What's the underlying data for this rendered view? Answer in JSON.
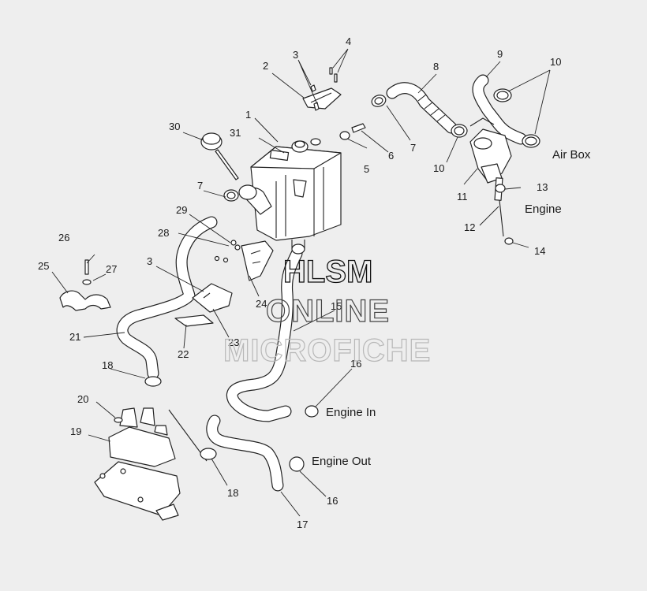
{
  "labels": {
    "p1": "1",
    "p2": "2",
    "p3a": "3",
    "p3b": "3",
    "p4": "4",
    "p5": "5",
    "p6": "6",
    "p7a": "7",
    "p7b": "7",
    "p8": "8",
    "p9": "9",
    "p10a": "10",
    "p10b": "10",
    "p11": "11",
    "p12": "12",
    "p13": "13",
    "p14": "14",
    "p15": "15",
    "p16a": "16",
    "p16b": "16",
    "p17": "17",
    "p18a": "18",
    "p18b": "18",
    "p19": "19",
    "p20": "20",
    "p21": "21",
    "p22": "22",
    "p23": "23",
    "p24": "24",
    "p25": "25",
    "p26": "26",
    "p27": "27",
    "p28": "28",
    "p29": "29",
    "p30": "30",
    "p31": "31"
  },
  "callouts": {
    "air_box": "Air Box",
    "engine": "Engine",
    "engine_in": "Engine In",
    "engine_out": "Engine Out"
  },
  "watermark": {
    "line1": "HLSM",
    "line2": "ONLINE",
    "line3": "MICROFICHE"
  }
}
